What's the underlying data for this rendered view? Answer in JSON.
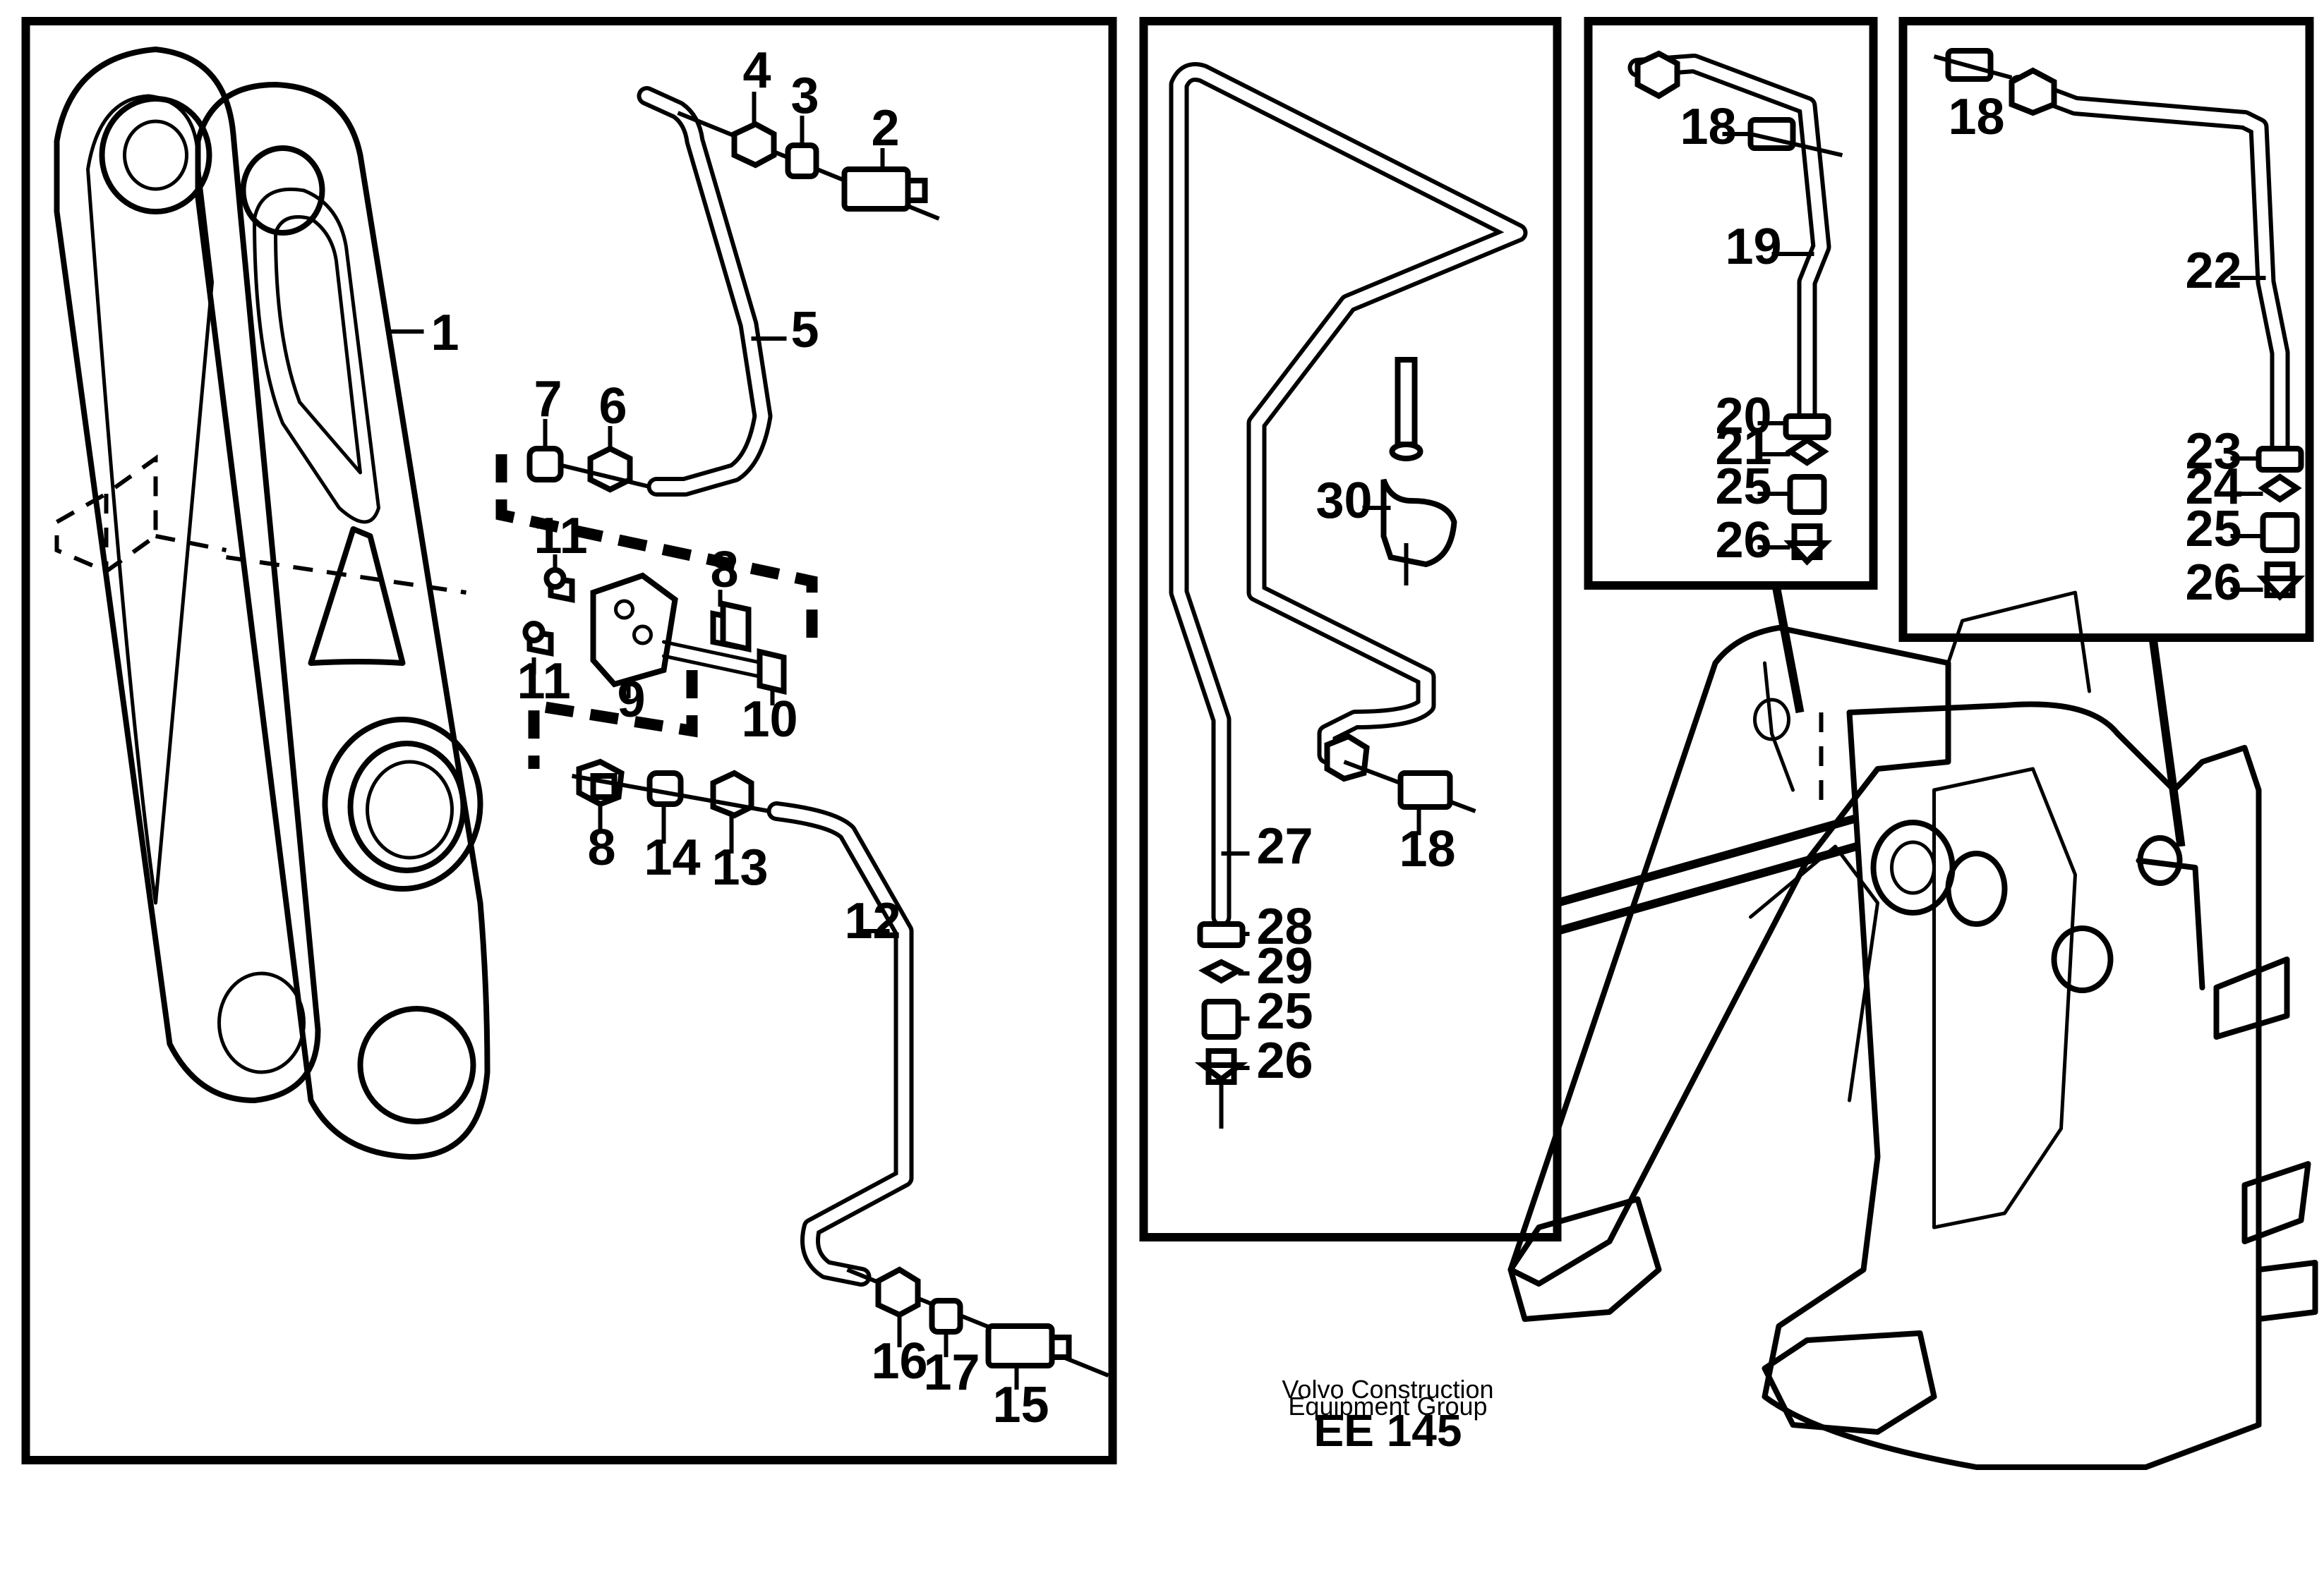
{
  "brand": {
    "line1": "Volvo Construction",
    "line2": "Equipment Group",
    "code": "EE 145"
  },
  "callouts": {
    "p1": "1",
    "p2": "2",
    "p3": "3",
    "p4": "4",
    "p5": "5",
    "p6": "6",
    "p7": "7",
    "p8a": "8",
    "p8b": "8",
    "p9": "9",
    "p10": "10",
    "p11a": "11",
    "p11b": "11",
    "p12": "12",
    "p13": "13",
    "p14": "14",
    "p15": "15",
    "p16": "16",
    "p17": "17",
    "p18a": "18",
    "p18b": "18",
    "p18c": "18",
    "p19": "19",
    "p20": "20",
    "p21": "21",
    "p22": "22",
    "p23": "23",
    "p24": "24",
    "p25a": "25",
    "p25b": "25",
    "p25c": "25",
    "p26a": "26",
    "p26b": "26",
    "p26c": "26",
    "p27": "27",
    "p28": "28",
    "p29": "29",
    "p30": "30"
  }
}
